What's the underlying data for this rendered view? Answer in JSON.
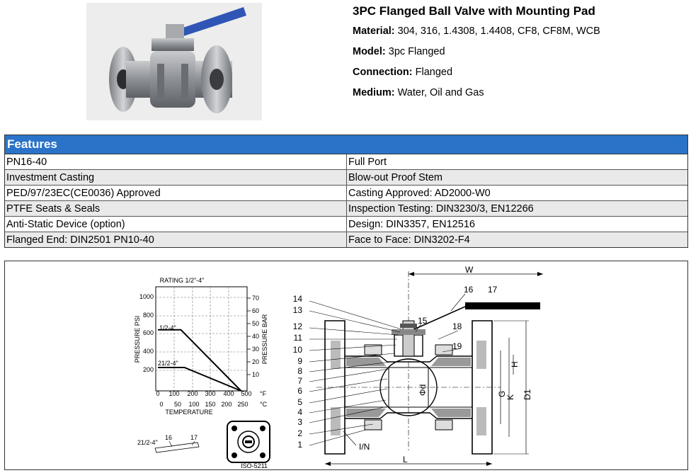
{
  "product": {
    "title": "3PC Flanged Ball Valve with Mounting Pad",
    "specs": [
      {
        "label": "Material:",
        "value": "304, 316, 1.4308, 1.4408, CF8, CF8M, WCB"
      },
      {
        "label": "Model:",
        "value": "3pc Flanged"
      },
      {
        "label": "Connection:",
        "value": "Flanged"
      },
      {
        "label": "Medium:",
        "value": "Water, Oil and Gas"
      }
    ]
  },
  "features": {
    "heading": "Features",
    "rows": [
      [
        "PN16-40",
        "Full Port"
      ],
      [
        "Investment Casting",
        "Blow-out Proof Stem"
      ],
      [
        "PED/97/23EC(CE0036) Approved",
        "Casting Approved: AD2000-W0"
      ],
      [
        "PTFE Seats & Seals",
        "Inspection Testing: DIN3230/3, EN12266"
      ],
      [
        "Anti-Static Device (option)",
        "Design: DIN3357, EN12516"
      ],
      [
        "Flanged End: DIN2501 PN10-40",
        "Face to Face: DIN3202-F4"
      ]
    ]
  },
  "rating_chart": {
    "title": "RATING 1/2\"-4\"",
    "y_left_label": "PRESSURE PSI",
    "y_right_label": "PRESSURE BAR",
    "x_label": "TEMPERATURE",
    "psi_ticks": [
      "1000",
      "800",
      "600",
      "400",
      "200"
    ],
    "bar_ticks": [
      "70",
      "60",
      "50",
      "40",
      "30",
      "20",
      "10"
    ],
    "f_ticks": [
      "0",
      "100",
      "200",
      "300",
      "400",
      "500"
    ],
    "c_ticks": [
      "0",
      "50",
      "100",
      "150",
      "200",
      "250"
    ],
    "unit_f": "°F",
    "unit_c": "°C",
    "series_labels": [
      "1/2-4\"",
      "21/2-4\""
    ],
    "curves": [
      {
        "points_f_psi": [
          [
            0,
            600
          ],
          [
            130,
            600
          ],
          [
            470,
            0
          ]
        ]
      },
      {
        "points_f_psi": [
          [
            0,
            230
          ],
          [
            150,
            230
          ],
          [
            470,
            0
          ]
        ]
      }
    ]
  },
  "drawing": {
    "handle_label": "21/2-4\"",
    "handle_part_numbers": [
      "16",
      "17"
    ],
    "pad_label": "ISO-5211",
    "part_numbers": [
      "14",
      "13",
      "12",
      "11",
      "10",
      "9",
      "8",
      "7",
      "6",
      "5",
      "4",
      "3",
      "2",
      "1"
    ],
    "callouts": {
      "p15": "15",
      "p16": "16",
      "p17": "17",
      "p18": "18",
      "p19": "19",
      "in": "I/N"
    },
    "dimensions": {
      "w": "W",
      "h": "H",
      "g": "G",
      "k": "K",
      "d1": "D1",
      "d": "Φd",
      "l": "L"
    }
  },
  "colors": {
    "header_blue": "#2a73c9",
    "alt_row": "#e9e9e9",
    "handle_blue": "#2f55b5"
  }
}
